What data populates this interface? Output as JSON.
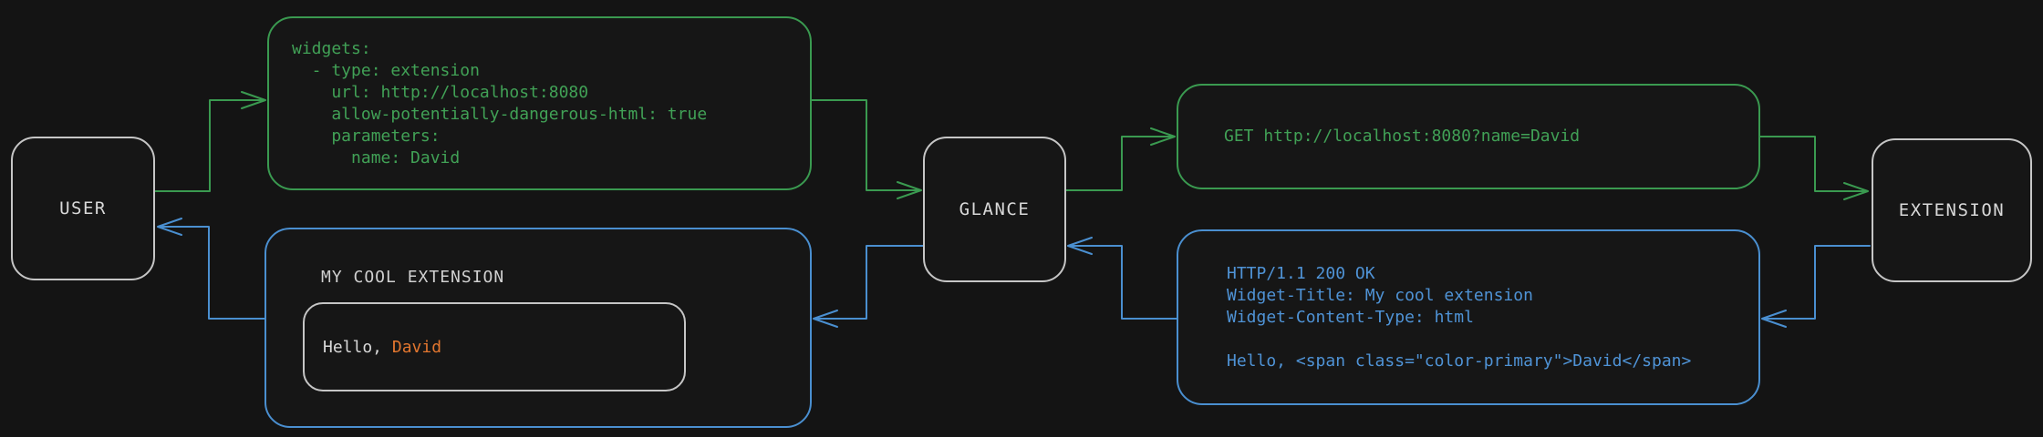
{
  "colors": {
    "background": "#141414",
    "green": "#3a9a50",
    "blue": "#4a8fd0",
    "orange": "#e2762f",
    "text": "#d9d9d9",
    "node_border": "#c6c6c6"
  },
  "nodes": {
    "user": "USER",
    "glance": "GLANCE",
    "extension": "EXTENSION"
  },
  "config_box": {
    "lines": [
      "widgets:",
      "  - type: extension",
      "    url: http://localhost:8080",
      "    allow-potentially-dangerous-html: true",
      "    parameters:",
      "      name: David"
    ]
  },
  "request_box": {
    "line": "GET http://localhost:8080?name=David"
  },
  "response_box": {
    "lines": [
      "HTTP/1.1 200 OK",
      "Widget-Title: My cool extension",
      "Widget-Content-Type: html",
      "",
      "Hello, <span class=\"color-primary\">David</span>"
    ]
  },
  "widget_box": {
    "title": "MY COOL EXTENSION",
    "greeting_prefix": "Hello, ",
    "greeting_name": "David"
  }
}
